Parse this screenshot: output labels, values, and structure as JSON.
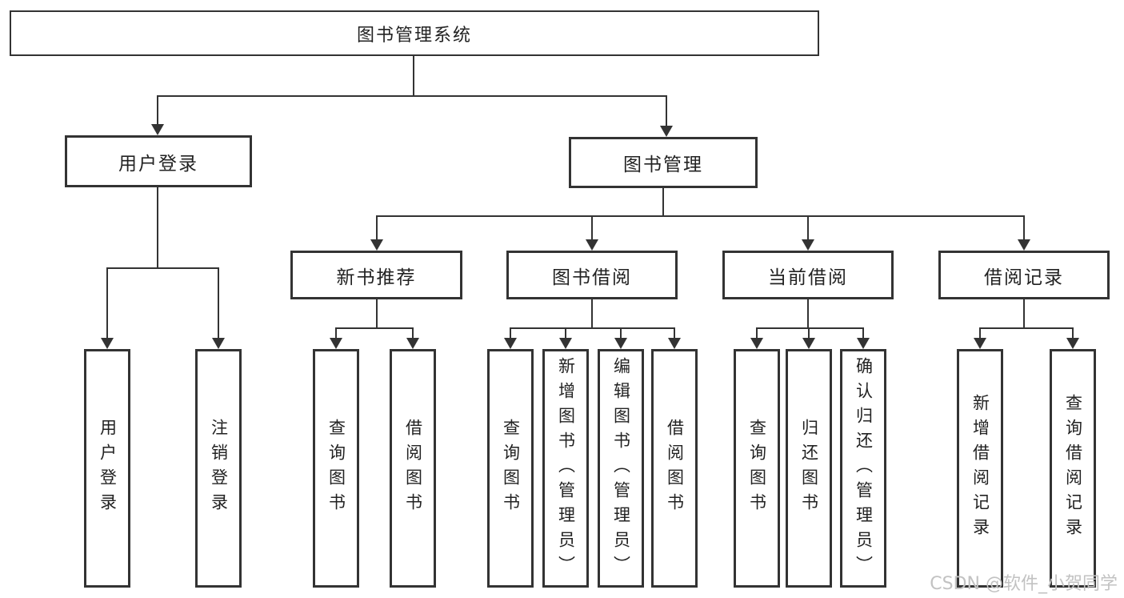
{
  "tree": {
    "root": "图书管理系统",
    "level2": [
      {
        "label": "用户登录",
        "leaves": [
          "用户登录",
          "注销登录"
        ]
      },
      {
        "label": "图书管理",
        "modules": [
          {
            "label": "新书推荐",
            "leaves": [
              "查询图书",
              "借阅图书"
            ]
          },
          {
            "label": "图书借阅",
            "leaves": [
              "查询图书",
              "新增图书（管理员）",
              "编辑图书（管理员）",
              "借阅图书"
            ]
          },
          {
            "label": "当前借阅",
            "leaves": [
              "查询图书",
              "归还图书",
              "确认归还（管理员）"
            ]
          },
          {
            "label": "借阅记录",
            "leaves": [
              "新增借阅记录",
              "查询借阅记录"
            ]
          }
        ]
      }
    ]
  },
  "watermark": "CSDN @软件_小贺同学",
  "colors": {
    "line": "#333333",
    "text": "#222222",
    "watermark": "#c2c2c2",
    "background": "#ffffff"
  }
}
